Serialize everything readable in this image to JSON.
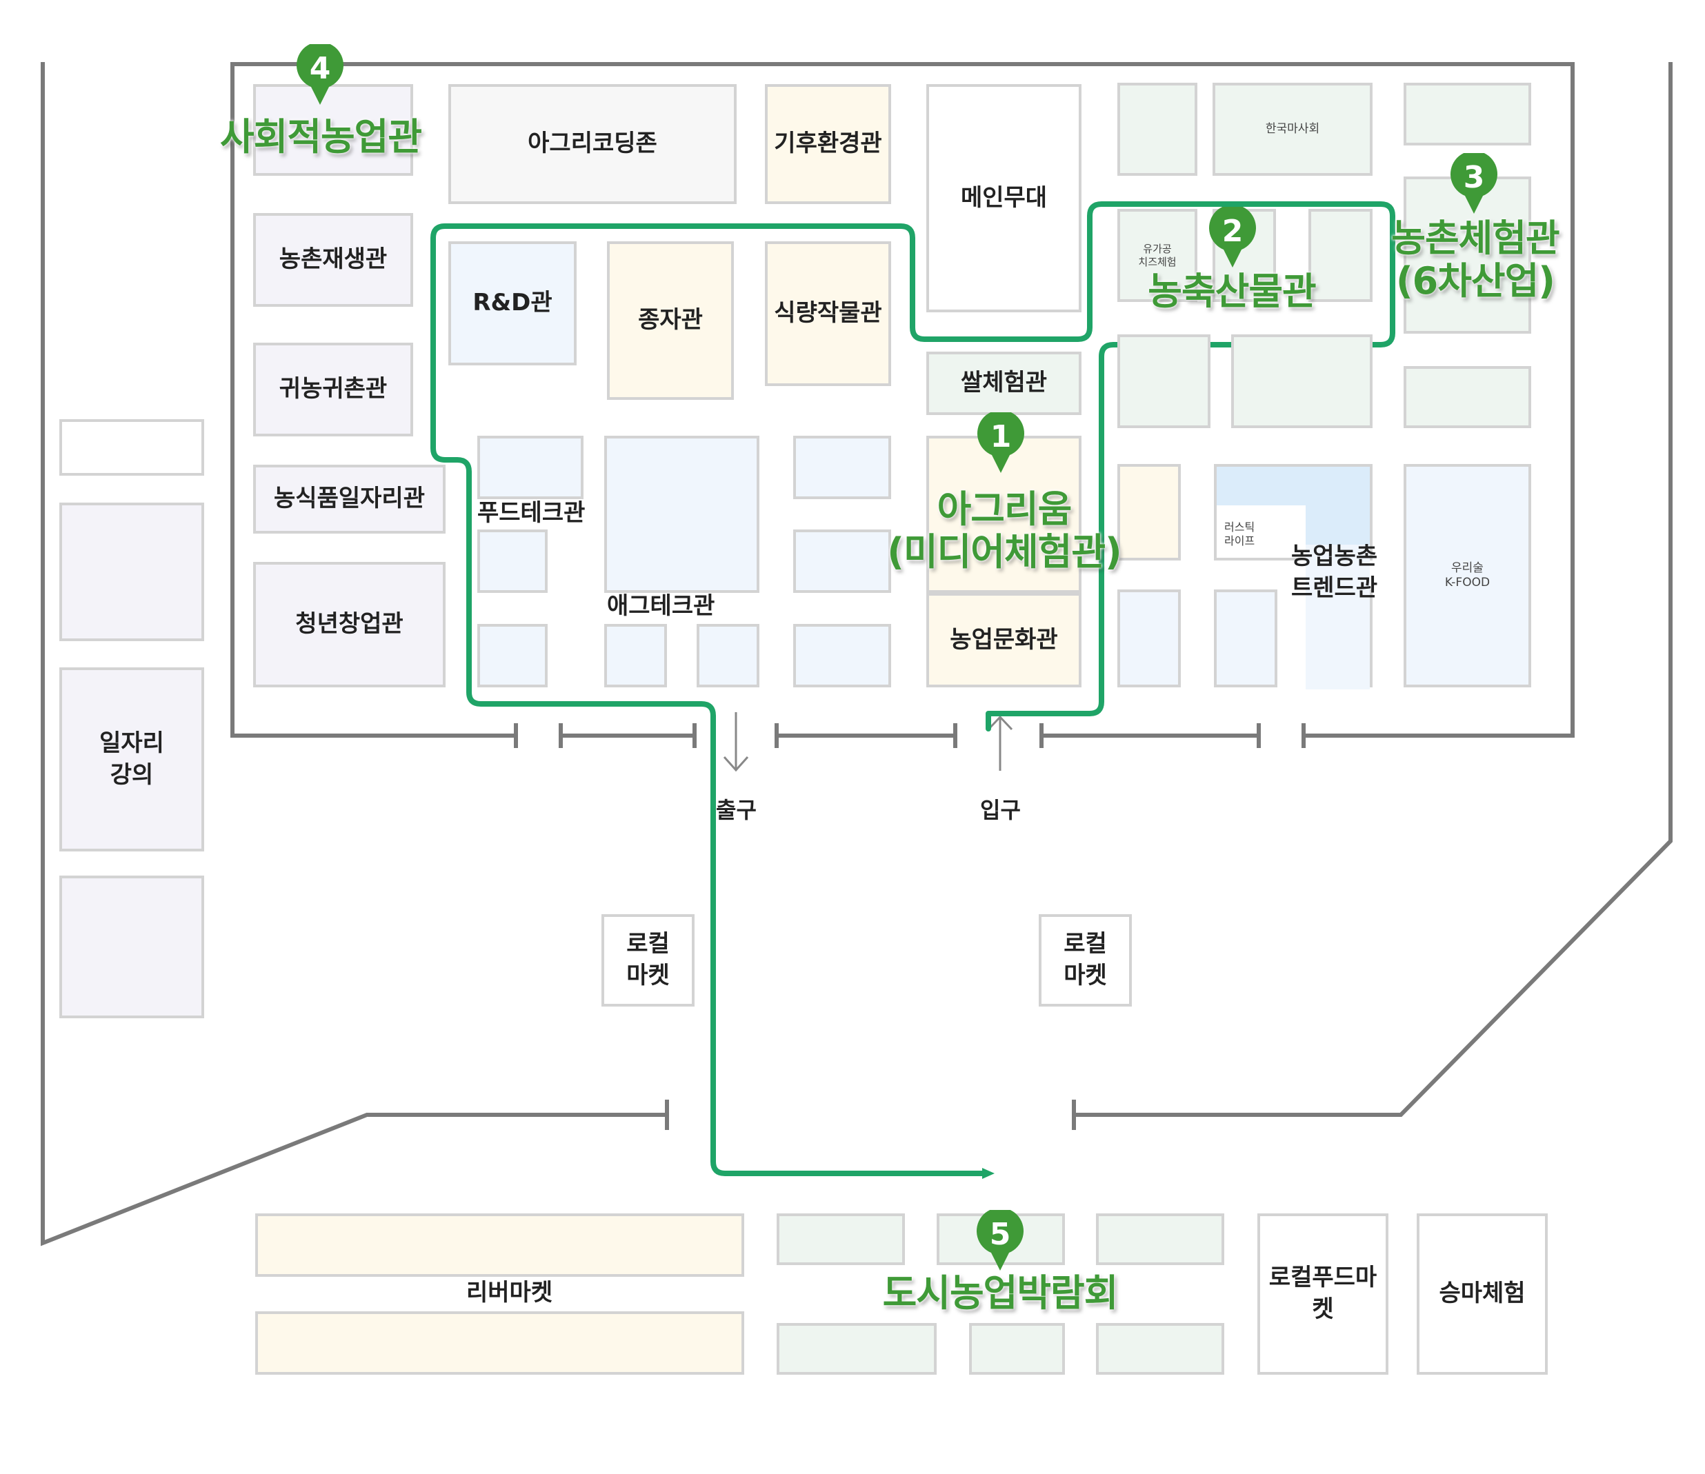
{
  "booths": {
    "social": "사회적농업관",
    "agricoding": "아그리코딩존",
    "climate": "기후환경관",
    "main_stage": "메인무대",
    "horse": "한국마사회",
    "rural_regen": "농촌재생관",
    "rnd": "R&D관",
    "seed": "종자관",
    "food_crop": "식량작물관",
    "organic": "유가공\n치즈체험",
    "return_farm": "귀농귀촌관",
    "rice": "쌀체험관",
    "food_job": "농식품일자리관",
    "foodtech": "푸드테크관",
    "rustic": "러스틱\n라이프",
    "trend": "농업농촌\n트렌드관",
    "woorisul": "우리술\nK-FOOD",
    "youth": "청년창업관",
    "agtech": "애그테크관",
    "culture": "농업문화관",
    "job_lecture": "일자리\n강의",
    "local1": "로컬\n마켓",
    "local2": "로컬\n마켓",
    "river": "리버마켓",
    "localfood": "로컬푸드마켓",
    "horse_ride": "승마체험"
  },
  "gates": {
    "exit": "출구",
    "entrance": "입구"
  },
  "highlights": [
    {
      "num": "1",
      "label": "아그리움\n(미디어체험관)"
    },
    {
      "num": "2",
      "label": "농축산물관"
    },
    {
      "num": "3",
      "label": "농촌체험관\n(6차산업)"
    },
    {
      "num": "4",
      "label": "사회적농업관"
    },
    {
      "num": "5",
      "label": "도시농업박람회"
    }
  ],
  "colors": {
    "route": "#1fa467",
    "pin": "#3f9a37",
    "wall": "#7a7a7a"
  }
}
